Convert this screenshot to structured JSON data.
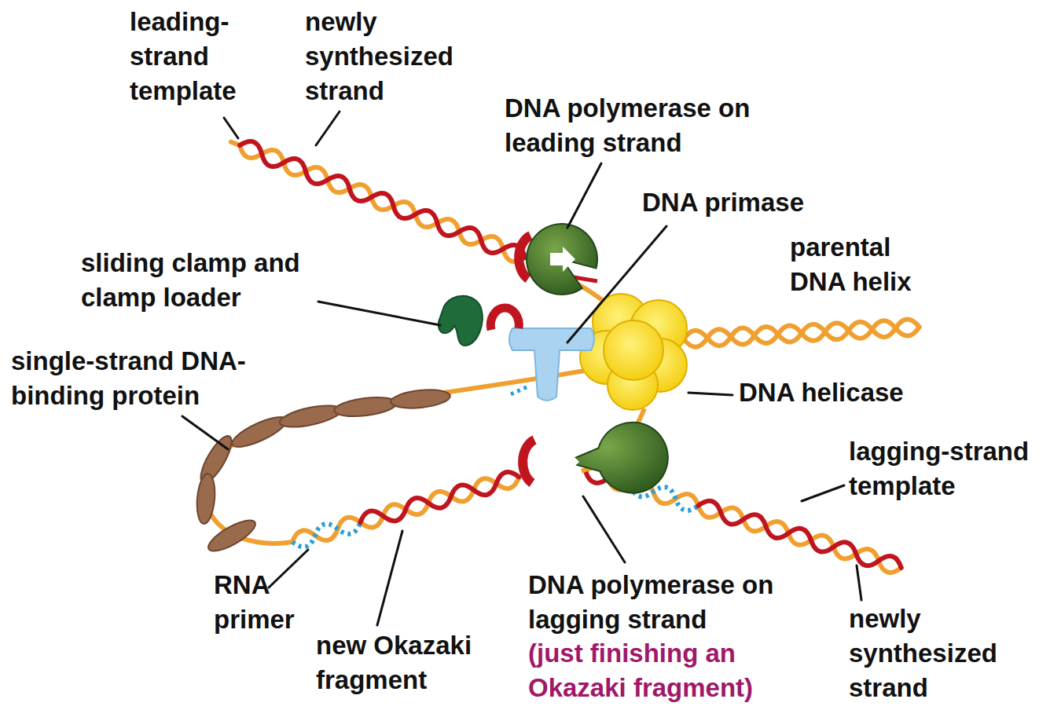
{
  "diagram": {
    "labels": [
      "leading-strand template",
      "newly synthesized strand",
      "DNA polymerase on leading strand",
      "DNA primase",
      "parental DNA helix",
      "sliding clamp and clamp loader",
      "single-strand DNA-binding protein",
      "DNA helicase",
      "lagging-strand template",
      "RNA primer",
      "new Okazaki fragment",
      "DNA polymerase on lagging strand",
      "(just finishing an Okazaki fragment)",
      "newly synthesized strand"
    ]
  }
}
